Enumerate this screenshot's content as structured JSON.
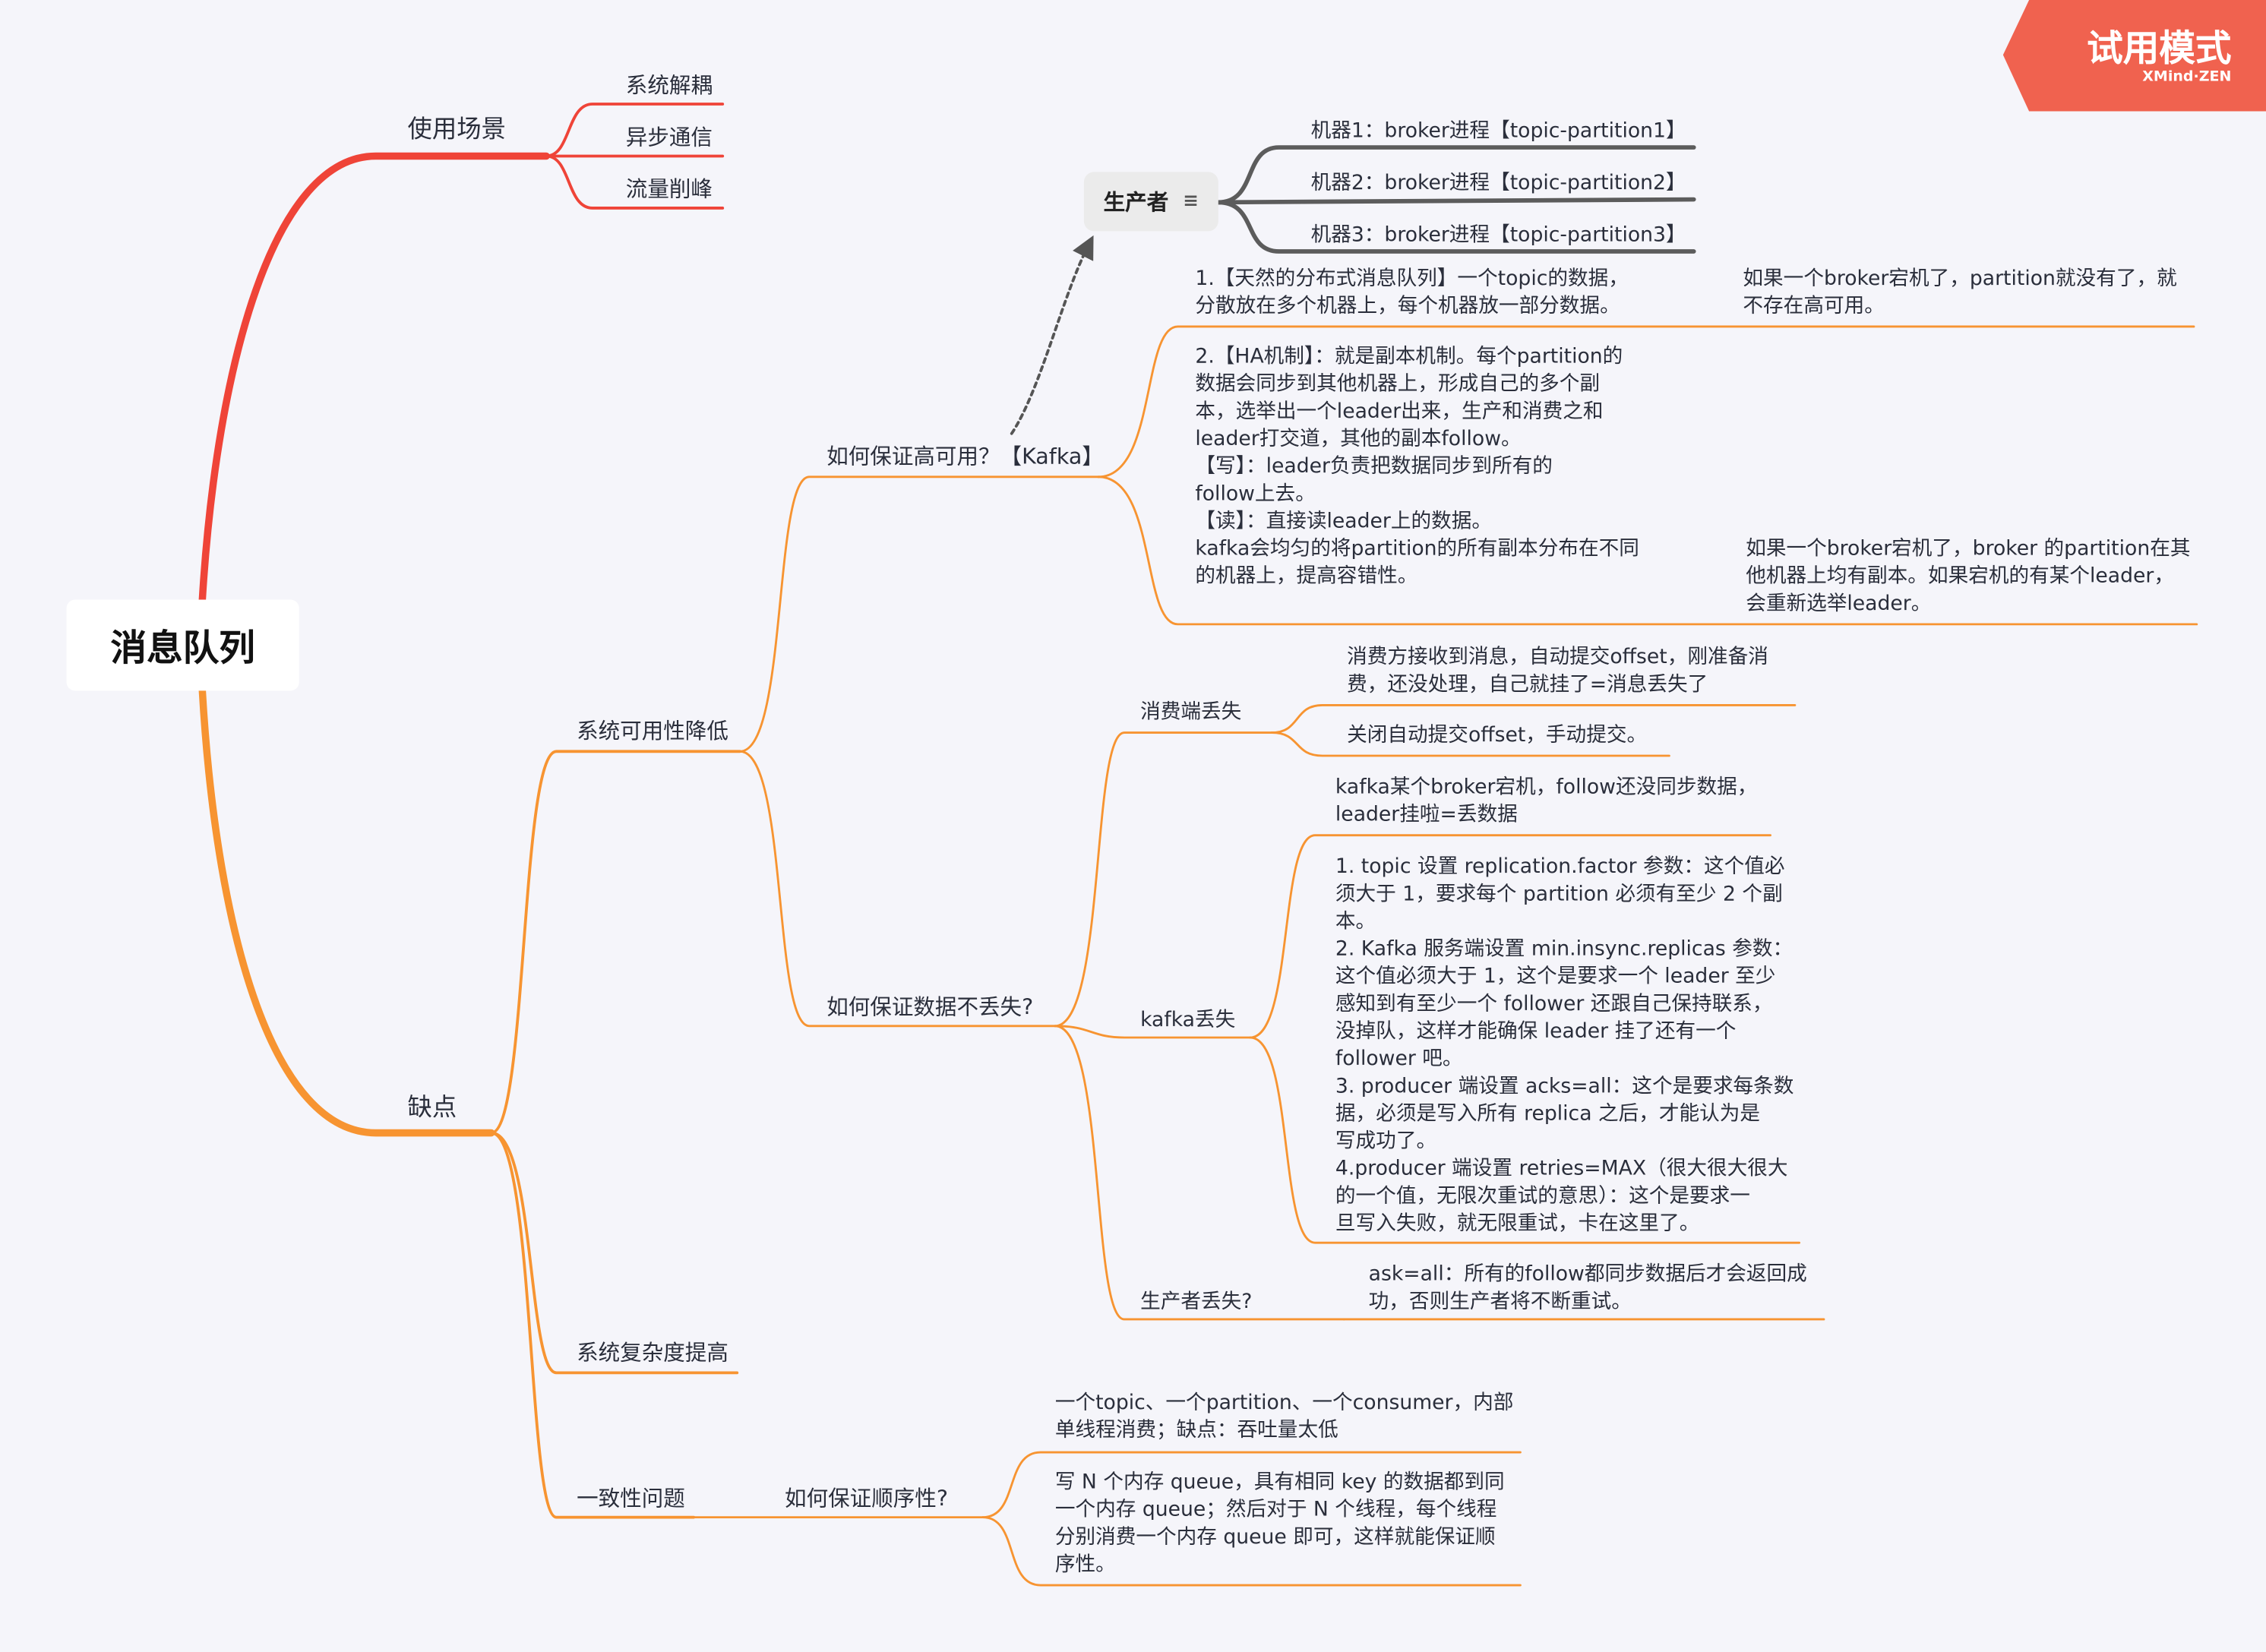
{
  "root": "消息队列",
  "badge": {
    "title": "试用模式",
    "subtitle": "XMind·ZEN"
  },
  "colors": {
    "red": "#ef4438",
    "orange": "#f79431",
    "grey": "#5c5c5c",
    "badge": "#f0624f",
    "background": "#f5f5fa"
  },
  "use_cases": {
    "label": "使用场景",
    "items": [
      "系统解耦",
      "异步通信",
      "流量削峰"
    ]
  },
  "drawbacks": {
    "label": "缺点",
    "availability": {
      "label": "系统可用性降低",
      "ha": {
        "label": "如何保证高可用？【Kafka】",
        "producer": {
          "label": "生产者",
          "icon": "notes-icon",
          "machines": [
            "机器1：broker进程【topic-partition1】",
            "机器2：broker进程【topic-partition2】",
            "机器3：broker进程【topic-partition3】"
          ]
        },
        "point1": "1.【天然的分布式消息队列】一个topic的数据，\n分散放在多个机器上，每个机器放一部分数据。",
        "point1_note": "如果一个broker宕机了，partition就没有了，就\n不存在高可用。",
        "point2": "2.【HA机制】：就是副本机制。每个partition的\n数据会同步到其他机器上，形成自己的多个副\n本，选举出一个leader出来，生产和消费之和\nleader打交道，其他的副本follow。\n    【写】：leader负责把数据同步到所有的\nfollow上去。\n    【读】：直接读leader上的数据。\nkafka会均匀的将partition的所有副本分布在不同\n的机器上，提高容错性。",
        "point2_note": "如果一个broker宕机了，broker 的partition在其\n他机器上均有副本。如果宕机的有某个leader，\n会重新选举leader。"
      },
      "no_loss": {
        "label": "如何保证数据不丢失?",
        "consumer": {
          "label": "消费端丢失",
          "items": [
            "消费方接收到消息，自动提交offset，刚准备消\n费，还没处理，自己就挂了=消息丢失了",
            "关闭自动提交offset，手动提交。"
          ]
        },
        "kafka": {
          "label": "kafka丢失",
          "items": [
            "kafka某个broker宕机，follow还没同步数据，\nleader挂啦=丢数据",
            "1. topic 设置 replication.factor 参数：这个值必\n须大于 1，要求每个 partition 必须有至少 2 个副\n本。\n2. Kafka 服务端设置 min.insync.replicas 参数：\n这个值必须大于 1，这个是要求一个 leader 至少\n感知到有至少一个 follower 还跟自己保持联系，\n没掉队，这样才能确保 leader 挂了还有一个\nfollower 吧。\n3. producer 端设置 acks=all：这个是要求每条数\n据，必须是写入所有 replica 之后，才能认为是\n写成功了。\n4.producer 端设置 retries=MAX（很大很大很大\n的一个值，无限次重试的意思）：这个是要求一\n旦写入失败，就无限重试，卡在这里了。"
          ]
        },
        "producer_loss": {
          "label": "生产者丢失?",
          "items": [
            "ask=all：所有的follow都同步数据后才会返回成\n功，否则生产者将不断重试。"
          ]
        }
      }
    },
    "complexity": {
      "label": "系统复杂度提高"
    },
    "consistency": {
      "label": "一致性问题",
      "ordering": {
        "label": "如何保证顺序性?",
        "items": [
          "一个topic、一个partition、一个consumer，内部\n单线程消费；缺点：吞吐量太低",
          "写 N 个内存 queue，具有相同 key 的数据都到同\n一个内存 queue；然后对于 N 个线程，每个线程\n分别消费一个内存 queue 即可，这样就能保证顺\n序性。"
        ]
      }
    }
  }
}
